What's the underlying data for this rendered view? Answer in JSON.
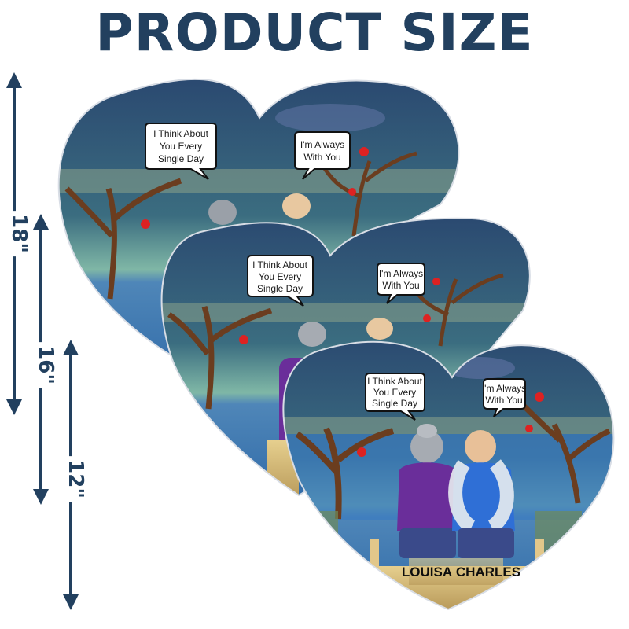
{
  "page_title": "PRODUCT SIZE",
  "sizes": {
    "large": "18\"",
    "medium": "16\"",
    "small": "12\""
  },
  "quote_left": [
    "I Think About",
    "You Every",
    "Single Day"
  ],
  "quote_right": [
    "I'm Always",
    "With You"
  ],
  "names": {
    "left": "LOUISA",
    "right": "CHARLES"
  },
  "colors": {
    "title": "#22405f",
    "arrow": "#22405f",
    "sky": "#2c4e75",
    "lake": "#3b78b8"
  }
}
